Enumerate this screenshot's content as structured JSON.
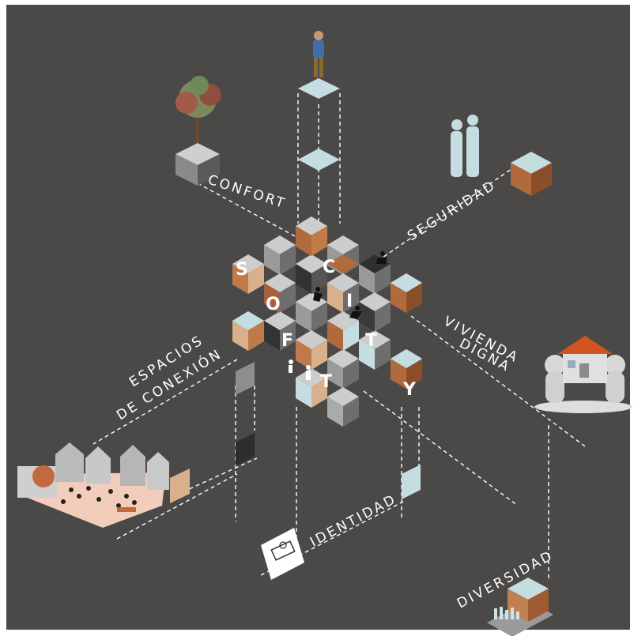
{
  "title_letters": [
    "S",
    "O",
    "F",
    "T",
    "C",
    "I",
    "T",
    "Y"
  ],
  "labels": {
    "confort": "CONFORT",
    "seguridad": "SEGURIDAD",
    "vivienda_1": "VIVIENDA",
    "vivienda_2": "DIGNA",
    "espacios_1": "ESPACIOS",
    "espacios_2": "DE CONEXIÓN",
    "identidad": "IDENTIDAD",
    "diversidad": "DIVERSIDAD"
  },
  "colors": {
    "background": "#4a4948",
    "light_blue": "#c5dde0",
    "copper": "#b06a3d",
    "tan": "#d8b08c",
    "light_gray": "#bebebe",
    "mid_gray": "#8e8e8e",
    "dark_gray": "#3c3c3c"
  },
  "icons": [
    "person-icon",
    "tree-icon",
    "couple-icon",
    "house-icon",
    "book-icon",
    "crowd-icon",
    "town-square-icon"
  ]
}
